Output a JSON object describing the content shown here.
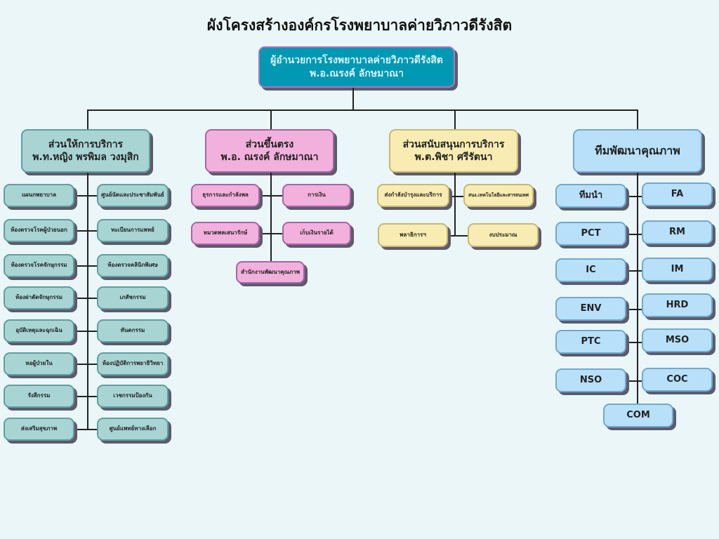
{
  "title": "ผังโครงสร้างองค์กรโรงพยาบาลค่ายวิภาวดีรังสิต",
  "director": {
    "line1": "ผู้อำนวยการโรงพยาบาลค่ายวิภาวดีรังสิต",
    "line2": "พ.อ.ณรงค์  ลักษมาณา"
  },
  "sections": [
    {
      "line1": "ส่วนให้การบริการ",
      "line2": "พ.ท.หญิง พรพิมล วงมุสิก",
      "units": [
        "แผนกพยาบาล",
        "ศูนย์นัดและประชาสัมพันธ์",
        "ห้องตรวจโรคผู้ป่วยนอก",
        "ทะเบียนการแพทย์",
        "ห้องตรวจโรคจักษุกรรม",
        "ห้องตรวจคลินิกพิเศษ",
        "ห้องผ่าตัดจักษุกรรม",
        "เภสัชกรรม",
        "อุบัติเหตุและฉุกเฉิน",
        "ทันตกรรม",
        "หอผู้ป่วยใน",
        "ห้องปฏิบัติการพยาธิวิทยา",
        "รังสีกรรม",
        "เวชกรรมป้องกัน",
        "ส่งเสริมสุขภาพ",
        "ศูนย์แพทย์ทางเลือก"
      ]
    },
    {
      "line1": "ส่วนขึ้นตรง",
      "line2": "พ.อ. ณรงค์  ลักษมาณา",
      "units": [
        "ธุรการและกำลังพล",
        "การเงิน",
        "หมวดพลเสนารักษ์",
        "เก็บเงินรายได้",
        "สำนักงานพัฒนาคุณภาพ"
      ]
    },
    {
      "line1": "ส่วนสนับสนุนการบริการ",
      "line2": "พ.ต.พิชา  ศรีรัตนา",
      "units": [
        "ส่งกำลังบำรุงและบริการ",
        "สนง.เทคโนโลยีและสารสนเทศ",
        "พลาธิการฯ",
        "งบประมาณ"
      ]
    },
    {
      "line1": "ทีมพัฒนาคุณภาพ",
      "line2": "",
      "units": [
        "ทีมนำ",
        "FA",
        "PCT",
        "RM",
        "IC",
        "IM",
        "ENV",
        "HRD",
        "PTC",
        "MSO",
        "NSO",
        "COC",
        "COM"
      ]
    }
  ]
}
